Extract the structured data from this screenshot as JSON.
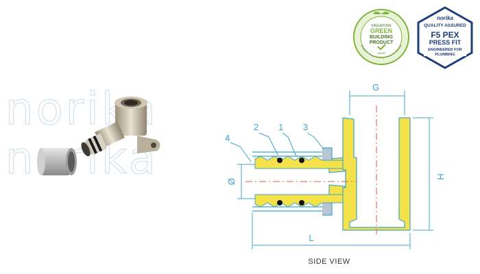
{
  "watermark": {
    "line1": "norika",
    "line2": "norika"
  },
  "badge_green": {
    "line1": "SINGAPORE",
    "line2": "GREEN",
    "line3": "BUILDING",
    "line4": "PRODUCT",
    "rating": "GOOD",
    "ring": "Singapore Green Building Council Certification",
    "color": "#7fb43a"
  },
  "badge_hex": {
    "brand": "norika",
    "quality": "QUALITY ASSURED",
    "product1": "F5 PEX",
    "product2": "PRESS FIT",
    "tag1": "ENGINEERED FOR",
    "tag2": "PLUMBING",
    "color": "#1d3e7a"
  },
  "diagram": {
    "dim_g": "G",
    "dim_h": "H",
    "dim_l": "L",
    "dim_d": "Ø",
    "callouts": [
      "2",
      "1",
      "3",
      "4"
    ],
    "fitting_color": "#f5e24a",
    "line_color": "#3da4cf"
  },
  "caption": "SIDE VIEW"
}
